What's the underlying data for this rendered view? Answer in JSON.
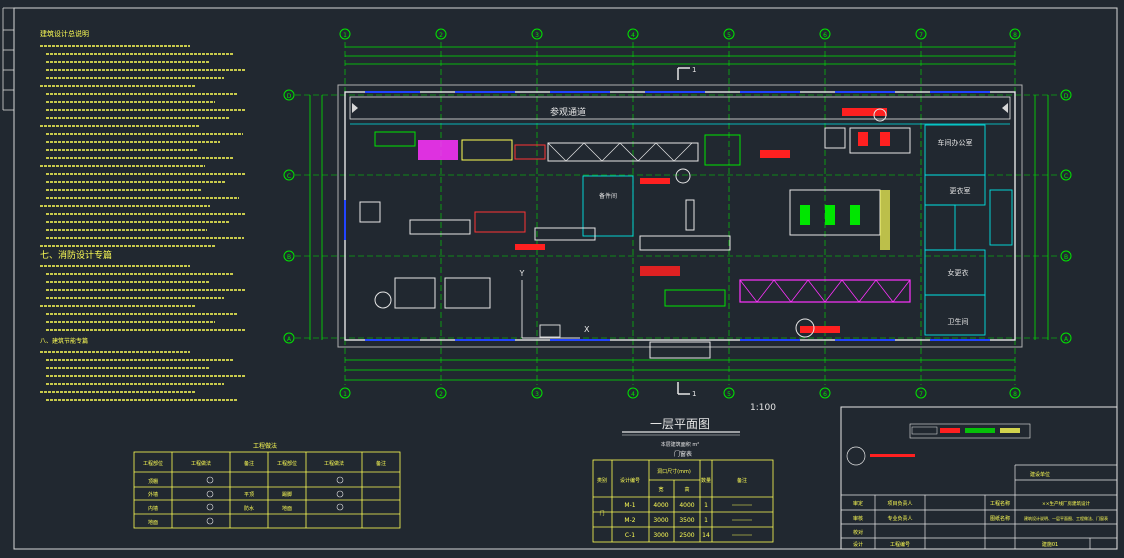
{
  "plan": {
    "corridor_label": "参观通道",
    "title": "一层平面图",
    "scale": "1:100",
    "area_note": "本层建筑面积 m²",
    "grid_cols": [
      "1",
      "2",
      "3",
      "4",
      "5",
      "6",
      "7",
      "8"
    ],
    "grid_rows": [
      "D",
      "C",
      "B",
      "A"
    ],
    "rooms": [
      "车间办公室",
      "更衣室",
      "女更衣",
      "卫生间",
      "备件间"
    ],
    "axis_y": "Y",
    "axis_x": "X",
    "section_mark": "1"
  },
  "notes": {
    "heading_main": "建筑设计总说明",
    "heading_fire": "七、消防设计专篇",
    "heading_energy": "八、建筑节能专篇",
    "line_count": 38
  },
  "legend_table": {
    "title": "工程做法",
    "headers": [
      "工程部位",
      "工程做法",
      "备注",
      "工程部位",
      "工程做法",
      "备注"
    ],
    "rows": [
      [
        "顶棚",
        "",
        "",
        "",
        "",
        ""
      ],
      [
        "外墙",
        "",
        "平顶",
        "踢脚",
        "",
        ""
      ],
      [
        "内墙",
        "",
        "防水",
        "地面",
        "",
        ""
      ],
      [
        "地面",
        "",
        "",
        "",
        "",
        ""
      ]
    ]
  },
  "door_table": {
    "title": "门窗表",
    "headers": [
      "类别",
      "设计编号",
      "洞口尺寸(mm)",
      "",
      "数量",
      "备注"
    ],
    "subheaders": [
      "宽",
      "高"
    ],
    "group_label": "门",
    "rows": [
      {
        "code": "M-1",
        "w": "4000",
        "h": "4000",
        "n": "1"
      },
      {
        "code": "M-2",
        "w": "3000",
        "h": "3500",
        "n": "1"
      },
      {
        "code": "C-1",
        "w": "3000",
        "h": "2500",
        "n": "14"
      }
    ]
  },
  "title_block": {
    "labels_left": [
      "审定",
      "审核",
      "校对",
      "设计"
    ],
    "labels_mid": [
      "项目负责人",
      "专业负责人",
      "工程编号"
    ],
    "labels_right": [
      "工程名称",
      "图纸名称",
      "建设单位"
    ],
    "project_name": "××生产线厂房建筑设计",
    "drawing_name": "建筑设计说明、一层平面图、工程做法、门窗表",
    "sheet": "建施01"
  },
  "colors": {
    "background": "#212830",
    "grid_green": "#00e600",
    "wall_white": "#e6e6e6",
    "text_yellow": "#ffff55",
    "cyan": "#00e5e5",
    "magenta": "#ff33ff",
    "red": "#ff2020",
    "blue": "#2244ff"
  }
}
